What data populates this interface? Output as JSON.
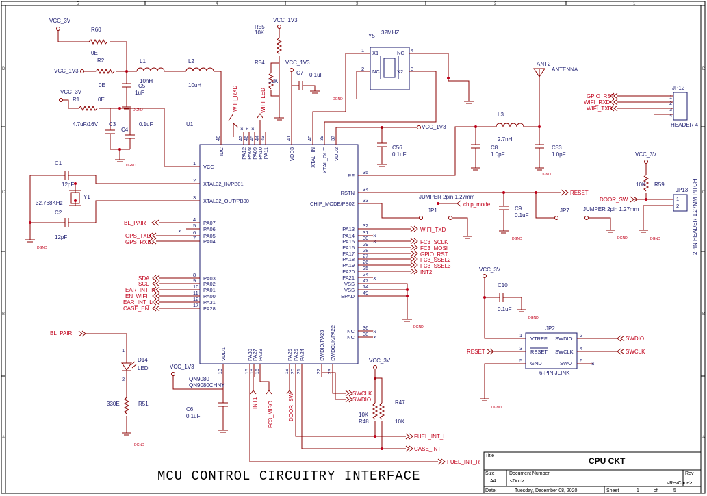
{
  "border": {
    "top_numbers": [
      "5",
      "4",
      "3",
      "2",
      "1"
    ],
    "side_letters": [
      "D",
      "C",
      "B",
      "A"
    ]
  },
  "title_block": {
    "main_title": "MCU CONTROL CIRCUITRY INTERFACE",
    "title_label": "Title",
    "title_value": "CPU CKT",
    "size_label": "Size",
    "size_value": "A4",
    "doc_label": "Document Number",
    "doc_value": "<Doc>",
    "rev_label": "Rev",
    "rev_value": "<RevCode>",
    "date_label": "Date:",
    "date_value": "Tuesday, December 08, 2020",
    "sheet_label": "Sheet",
    "sheet_value": "1",
    "of_label": "of",
    "of_value": "5"
  },
  "mcu": {
    "ref": "U1",
    "left_pins": [
      {
        "num": "1",
        "name": "VCC"
      },
      {
        "num": "2",
        "name": "XTAL32_IN/PB01"
      },
      {
        "num": "3",
        "name": "XTAL32_OUT/PB00"
      },
      {
        "num": "4",
        "name": "PA07"
      },
      {
        "num": "5",
        "name": "PA06"
      },
      {
        "num": "6",
        "name": "PA05"
      },
      {
        "num": "7",
        "name": "PA04"
      },
      {
        "num": "8",
        "name": "PA03"
      },
      {
        "num": "9",
        "name": "PA02"
      },
      {
        "num": "10",
        "name": "PA01"
      },
      {
        "num": "11",
        "name": "PA00"
      },
      {
        "num": "12",
        "name": "PA31"
      },
      {
        "num": "17",
        "name": "PA28"
      }
    ],
    "right_pins": [
      {
        "num": "35",
        "name": "RF"
      },
      {
        "num": "34",
        "name": "RSTN"
      },
      {
        "num": "33",
        "name": "CHIP_MODE/PB02"
      },
      {
        "num": "32",
        "name": "PA13"
      },
      {
        "num": "31",
        "name": "PA14"
      },
      {
        "num": "30",
        "name": "PA15"
      },
      {
        "num": "29",
        "name": "PA16"
      },
      {
        "num": "28",
        "name": "PA17"
      },
      {
        "num": "27",
        "name": "PA18"
      },
      {
        "num": "26",
        "name": "PA19"
      },
      {
        "num": "25",
        "name": "PA20"
      },
      {
        "num": "24",
        "name": "PA21"
      },
      {
        "num": "47",
        "name": "VSS"
      },
      {
        "num": "14",
        "name": "VSS"
      },
      {
        "num": "49",
        "name": "EPAD"
      },
      {
        "num": "36",
        "name": "NC"
      },
      {
        "num": "38",
        "name": "NC"
      }
    ],
    "top_pins": [
      {
        "num": "48",
        "name": "IDC"
      },
      {
        "num": "42",
        "name": "PA12"
      },
      {
        "num": "46",
        "name": "PA08"
      },
      {
        "num": "45",
        "name": "PA09"
      },
      {
        "num": "44",
        "name": "PA10"
      },
      {
        "num": "43",
        "name": "PA11"
      },
      {
        "num": "41",
        "name": "VDD3"
      },
      {
        "num": "40",
        "name": "XTAL_IN"
      },
      {
        "num": "39",
        "name": "XTAL_OUT"
      },
      {
        "num": "37",
        "name": "VDD2"
      }
    ],
    "bottom_pins": [
      {
        "num": "13",
        "name": "VDD1"
      },
      {
        "num": "15",
        "name": "PA30"
      },
      {
        "num": "18",
        "name": "PA27"
      },
      {
        "num": "16",
        "name": "PA29"
      },
      {
        "num": "19",
        "name": "PA26"
      },
      {
        "num": "20",
        "name": "PA25"
      },
      {
        "num": "21",
        "name": "PA24"
      },
      {
        "num": "22",
        "name": "SWDIO/PA23"
      },
      {
        "num": "23",
        "name": "SWDCLK/PA22"
      }
    ]
  },
  "components": {
    "r60": "R60",
    "r60_val": "0E",
    "r2": "R2",
    "r2_val": "0E",
    "r1": "R1",
    "r1_val": "0E",
    "l1": "L1",
    "l1_val": "10nH",
    "l2": "L2",
    "l2_val": "10uH",
    "c5": "C5",
    "c5_val": "1uF",
    "c3": "C3",
    "c3_val": "4.7uF/16V",
    "c4": "C4",
    "c4_val": "0.1uF",
    "r55": "R55",
    "r55_val": "10K",
    "r54": "R54",
    "r54_val": "10K",
    "c7": "C7",
    "c7_val": "0.1uF",
    "y5": "Y5",
    "y5_val": "32MHZ",
    "y5_p1": "X1",
    "y5_p2": "NC",
    "y5_p3": "NC",
    "y5_p4": "X2",
    "ant": "ANT2",
    "ant_val": "ANTENNA",
    "l3": "L3",
    "l3_val": "2.7nH",
    "c8": "C8",
    "c8_val": "1.0pF",
    "c53": "C53",
    "c53_val": "1.0pF",
    "c56": "C56",
    "c56_val": "0.1uF",
    "c1": "C1",
    "c1_val": "12pF",
    "c2": "C2",
    "c2_val": "12pF",
    "y1": "Y1",
    "y1_val": "32.768KHz",
    "jp12": "JP12",
    "jp12_val": "HEADER 4",
    "r59": "R59",
    "r59_val": "10K",
    "jp13": "JP13",
    "jp13_val": "2PIN HEADER 1.27MM PITCH",
    "jumper1_txt": "JUMPER 2pin 1.27mm",
    "jumper2_txt": "JUMPER 2pin 1.27mm",
    "jp1": "JP1",
    "jp7": "JP7",
    "c9": "C9",
    "c9_val": "0.1uF",
    "c10": "C10",
    "c10_val": "0.1uF",
    "jp2": "JP2",
    "jp2_val": "6-PIN JLINK",
    "jp2_pins": [
      "VTREF",
      "SWDIO",
      "RESET",
      "SWCLK",
      "GND",
      "SWO"
    ],
    "d14": "D14",
    "d14_val": "LED",
    "r51": "R51",
    "r51_val": "330E",
    "c6": "C6",
    "c6_val": "0.1uF",
    "r48": "R48",
    "r48_val": "10K",
    "r47": "R47",
    "r47_val": "10K",
    "qn": "QN9080",
    "qn2": "QN9080CHNY"
  },
  "power": {
    "vcc3": "VCC_3V",
    "vcc1v3": "VCC_1V3",
    "dgnd": "DGND"
  },
  "nets": {
    "wifi_rxd": "WIFI_RXD",
    "wifi_led": "WIFI_LED",
    "gpio_rst": "GPIO_RST",
    "wifi_rxd2": "WIFI_RXD",
    "wifi_txd": "WIFI_TXD",
    "reset": "RESET",
    "door_sw": "DOOR_SW",
    "chip_mode": "chip_mode",
    "bl_pair": "BL_PAIR",
    "gps_txd": "GPS_TXD",
    "gps_rxd": "GPS_RXD",
    "sda": "SDA",
    "scl": "SCL",
    "ear_int_r": "EAR_INT_R",
    "en_wifi": "EN_WIFI",
    "ear_int_l": "EAR_INT_L",
    "case_en": "CASE_EN",
    "wifi_txd2": "WIFI_TXD",
    "fc3_sclk": "FC3_SCLK",
    "fc3_mosi": "FC3_MOSI",
    "gpio_rst2": "GPIO_RST",
    "fc3_ssel2": "FC3_SSEL2",
    "fc3_ssel3": "FC3_SSEL3",
    "int2": "INT2",
    "swdio": "SWDIO",
    "swclk": "SWCLK",
    "reset2": "RESET",
    "bl_pair2": "BL_PAIR",
    "int1": "INT1",
    "fc3_miso": "FC3_MISO",
    "door_sw2": "DOOR_SW",
    "swclk2": "SWCLK",
    "swdio2": "SWDIO",
    "fuel_int_l": "FUEL_INT_L",
    "case_int": "CASE_INT",
    "fuel_int_r": "FUEL_INT_R"
  }
}
